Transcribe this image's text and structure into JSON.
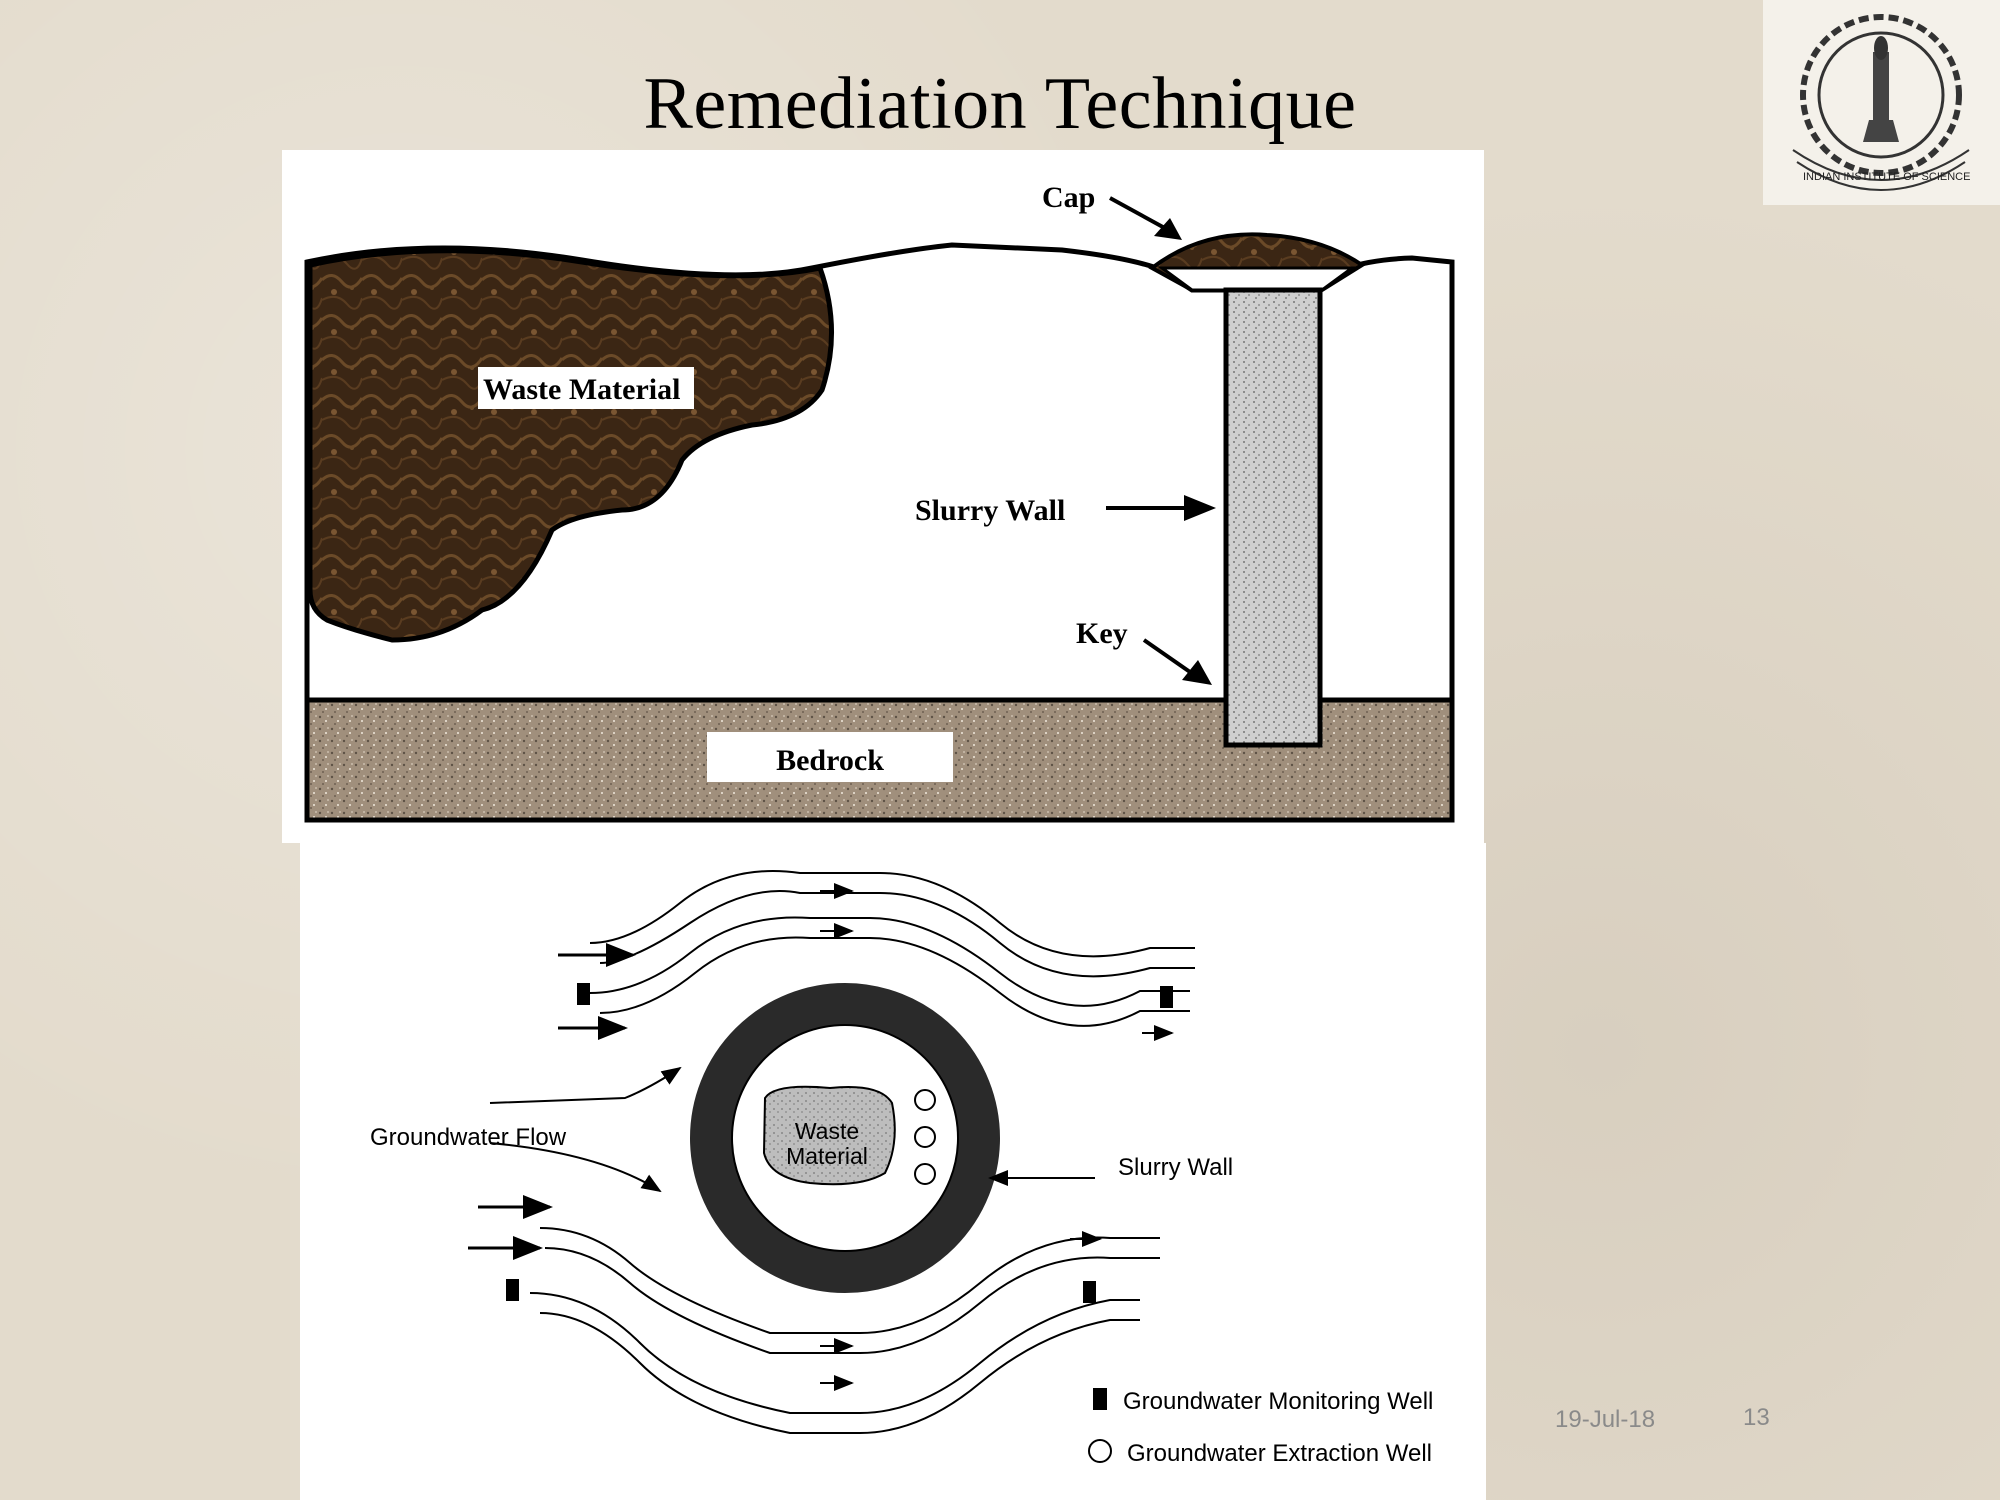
{
  "slide": {
    "title": "Remediation Technique",
    "date": "19-Jul-18",
    "page_number": "13"
  },
  "logo": {
    "text": "INDIAN INSTITUTE OF SCIENCE"
  },
  "cross_section": {
    "labels": {
      "cap": "Cap",
      "waste_material": "Waste Material",
      "slurry_wall": "Slurry Wall",
      "key": "Key",
      "bedrock": "Bedrock"
    }
  },
  "plan_view": {
    "labels": {
      "groundwater_flow": "Groundwater Flow",
      "waste_line1": "Waste",
      "waste_line2": "Material",
      "slurry_wall": "Slurry Wall"
    },
    "legend": {
      "monitoring_well": "Groundwater Monitoring Well",
      "extraction_well": "Groundwater Extraction Well"
    }
  },
  "colors": {
    "waste": "#3b2614",
    "bedrock": "#a08f7c",
    "slurry": "#c9c9c9",
    "background": "#e3dbcc"
  }
}
